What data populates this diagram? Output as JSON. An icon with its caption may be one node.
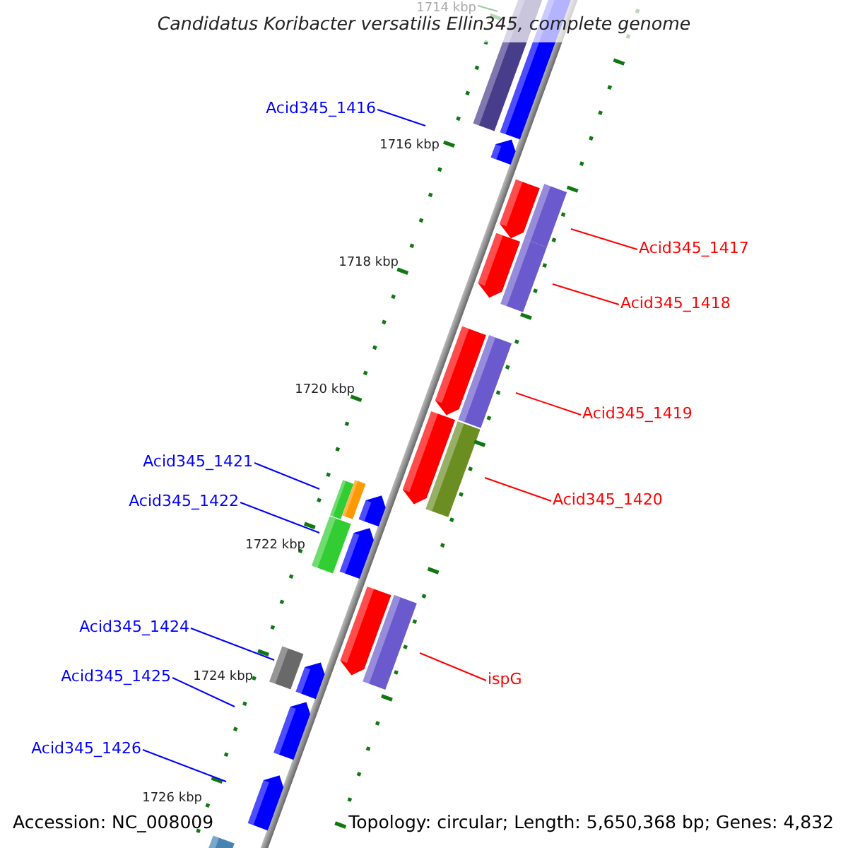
{
  "diagram": {
    "title": "Candidatus Koribacter versatilis Ellin345, complete genome",
    "nodes": [
      {
        "text": [
          "Acid345_1416"
        ]
      },
      {
        "text": [
          "Acid345_1417"
        ]
      },
      {
        "text": [
          "Acid345_1418"
        ]
      },
      {
        "text": [
          "Acid345_1419"
        ]
      },
      {
        "text": [
          "Acid345_1421"
        ]
      },
      {
        "text": [
          "Acid345_1420"
        ]
      },
      {
        "text": [
          "Acid345_1422"
        ]
      },
      {
        "text": [
          "Acid345_1424"
        ]
      },
      {
        "text": [
          "Acid345_1425"
        ]
      },
      {
        "text": [
          "ispG"
        ]
      },
      {
        "text": [
          "Acid345_1426"
        ]
      }
    ],
    "edges": [
      {
        "from": 0,
        "to": null,
        "arrow": "none"
      },
      {
        "from": 1,
        "to": null,
        "arrow": "none",
        "color": "#ff0000"
      },
      {
        "from": 2,
        "to": null,
        "arrow": "none",
        "color": "#ff0000"
      },
      {
        "from": 3,
        "to": null,
        "arrow": "none",
        "color": "#ff0000"
      },
      {
        "from": 4,
        "to": null,
        "arrow": "none"
      },
      {
        "from": 5,
        "to": null,
        "arrow": "none",
        "color": "#ff0000"
      },
      {
        "from": 6,
        "to": null,
        "arrow": "none"
      },
      {
        "from": 7,
        "to": null,
        "arrow": "none"
      },
      {
        "from": 8,
        "to": null,
        "arrow": "none"
      },
      {
        "from": 9,
        "to": null,
        "arrow": "none",
        "color": "#ff0000"
      },
      {
        "from": 10,
        "to": null,
        "arrow": "none"
      }
    ],
    "labels": [
      "1714 kbp",
      "1716 kbp",
      "1718 kbp",
      "1720 kbp",
      "1722 kbp",
      "1724 kbp",
      "1726 kbp",
      "Accession: NC_008009",
      "Topology: circular; Length: 5,650,368 bp; Genes: 4,832"
    ]
  }
}
